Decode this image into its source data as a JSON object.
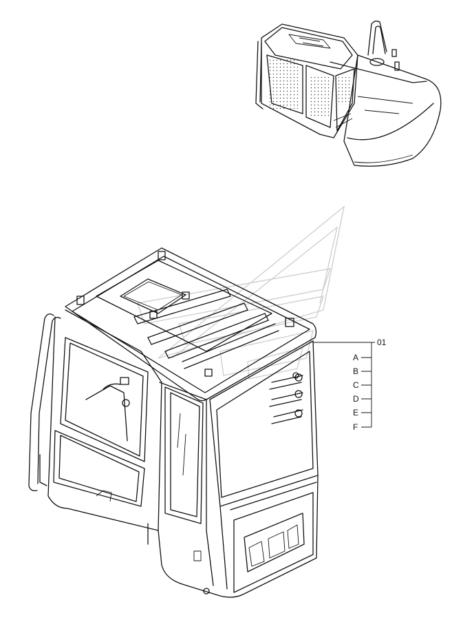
{
  "callout": {
    "main_ref": "01",
    "sub_refs": [
      "A",
      "B",
      "C",
      "D",
      "E",
      "F"
    ]
  },
  "icons": {
    "watermark": "logo-watermark-icon",
    "machine": "excavator-overview-icon",
    "cab": "operator-cab-icon"
  },
  "colors": {
    "line": "#111111",
    "watermark": "#cfcfcf",
    "background": "#ffffff"
  }
}
